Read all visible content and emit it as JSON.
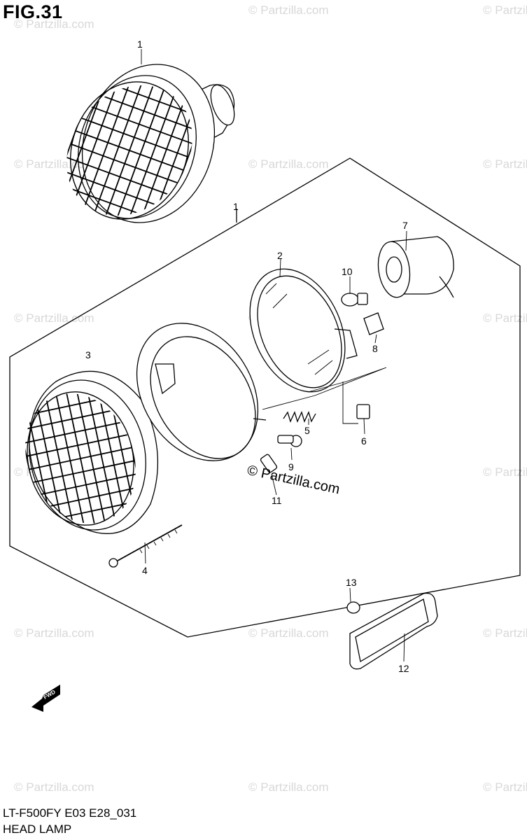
{
  "figure": {
    "title": "FIG.31"
  },
  "footer": {
    "model_code": "LT-F500FY E03 E28_031",
    "title": "HEAD LAMP"
  },
  "watermark": {
    "text": "© Partzilla.com",
    "featured_text": "© Partzilla.com"
  },
  "fwd_arrow": {
    "label": "FWD"
  },
  "callouts": [
    "1",
    "1",
    "2",
    "3",
    "4",
    "5",
    "6",
    "7",
    "8",
    "9",
    "10",
    "11",
    "12",
    "13"
  ],
  "colors": {
    "line": "#000000",
    "background": "#ffffff",
    "watermark": "#d8d8d8"
  }
}
